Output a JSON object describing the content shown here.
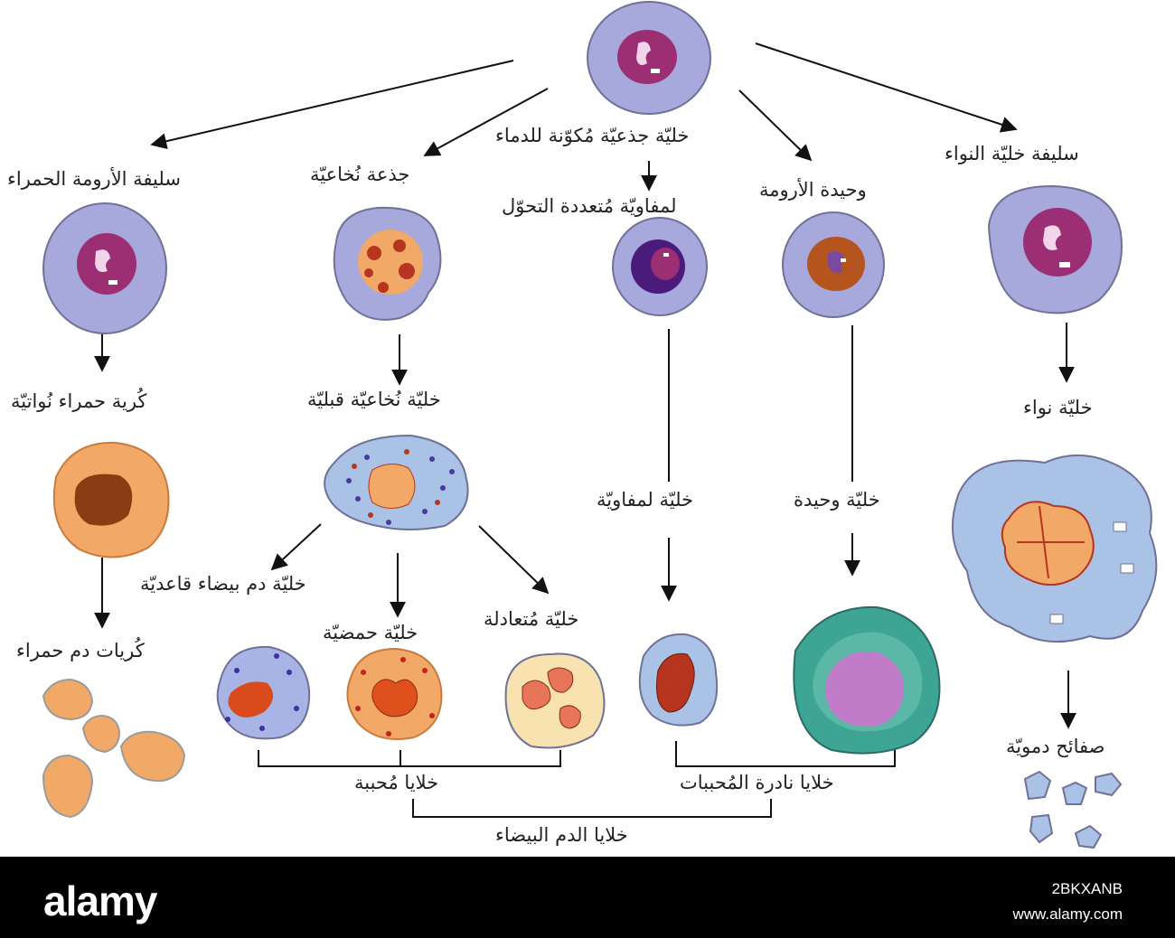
{
  "labels": {
    "stem_cell": "خليّة جذعيّة مُكوّنة للدماء",
    "erythroid_progenitor": "سليفة الأرومة الحمراء",
    "myeloid_stem": "جذعة نُخاعيّة",
    "lymphoid_multipotent": "لمفاويّة مُتعددة التحوّل",
    "monoblast": "وحيدة الأرومة",
    "megakaryocyte_progenitor": "سليفة خليّة النواء",
    "normoblast": "كُرية حمراء نُواتيّة",
    "promyelocyte": "خليّة نُخاعيّة قبليّة",
    "lymphocyte": "خليّة لمفاويّة",
    "monocyte": "خليّة وحيدة",
    "megakaryocyte": "خليّة نواء",
    "basophil": "خليّة دم بيضاء قاعديّة",
    "eosinophil": "خليّة حمضيّة",
    "neutrophil": "خليّة مُتعادلة",
    "red_blood_cells": "كُريات دم حمراء",
    "platelets": "صفائح دمويّة",
    "granulocytes": "خلايا مُحببة",
    "agranulocytes": "خلايا نادرة المُحببات",
    "white_blood_cells": "خلايا الدم البيضاء"
  },
  "watermark": {
    "brand": "alamy",
    "image_code": "2BKXANB",
    "url": "www.alamy.com"
  },
  "colors": {
    "blast_cytoplasm": "#a7a9dc",
    "blast_nucleus": "#9c2f73",
    "light_blue_cytoplasm": "#a9c2e6",
    "orange": "#f2a867",
    "dark_red_nucleus": "#b5351f",
    "monocyte_cytoplasm": "#3ea594",
    "monocyte_nucleus": "#c07cc8",
    "lymphoblast_nucleus": "#4a1b7a",
    "footer_bg": "#000000"
  }
}
